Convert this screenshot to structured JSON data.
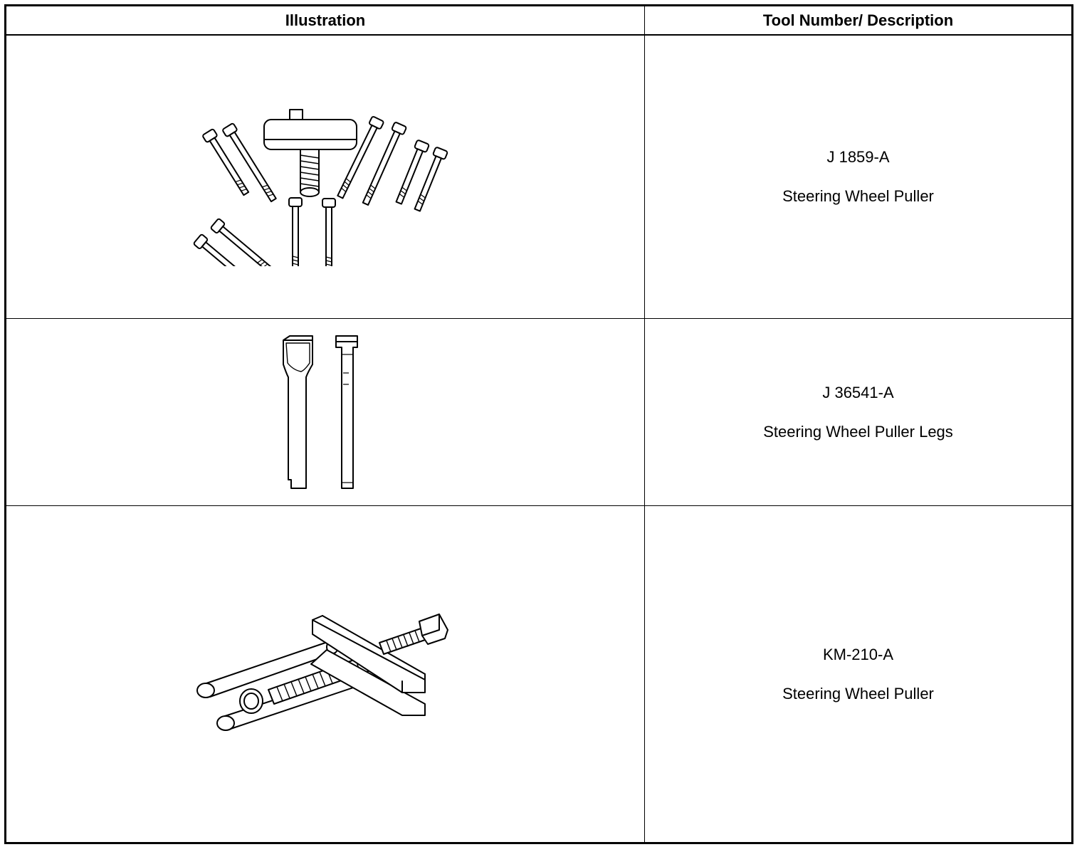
{
  "table": {
    "headers": {
      "illustration": "Illustration",
      "tool": "Tool Number/ Description"
    },
    "rows": [
      {
        "tool_number": "J 1859-A",
        "description": "Steering Wheel Puller",
        "illustration_icon": "steering-wheel-puller-set-icon"
      },
      {
        "tool_number": "J 36541-A",
        "description": "Steering Wheel Puller Legs",
        "illustration_icon": "puller-legs-icon"
      },
      {
        "tool_number": "KM-210-A",
        "description": "Steering Wheel Puller",
        "illustration_icon": "steering-wheel-puller-assembly-icon"
      }
    ]
  }
}
